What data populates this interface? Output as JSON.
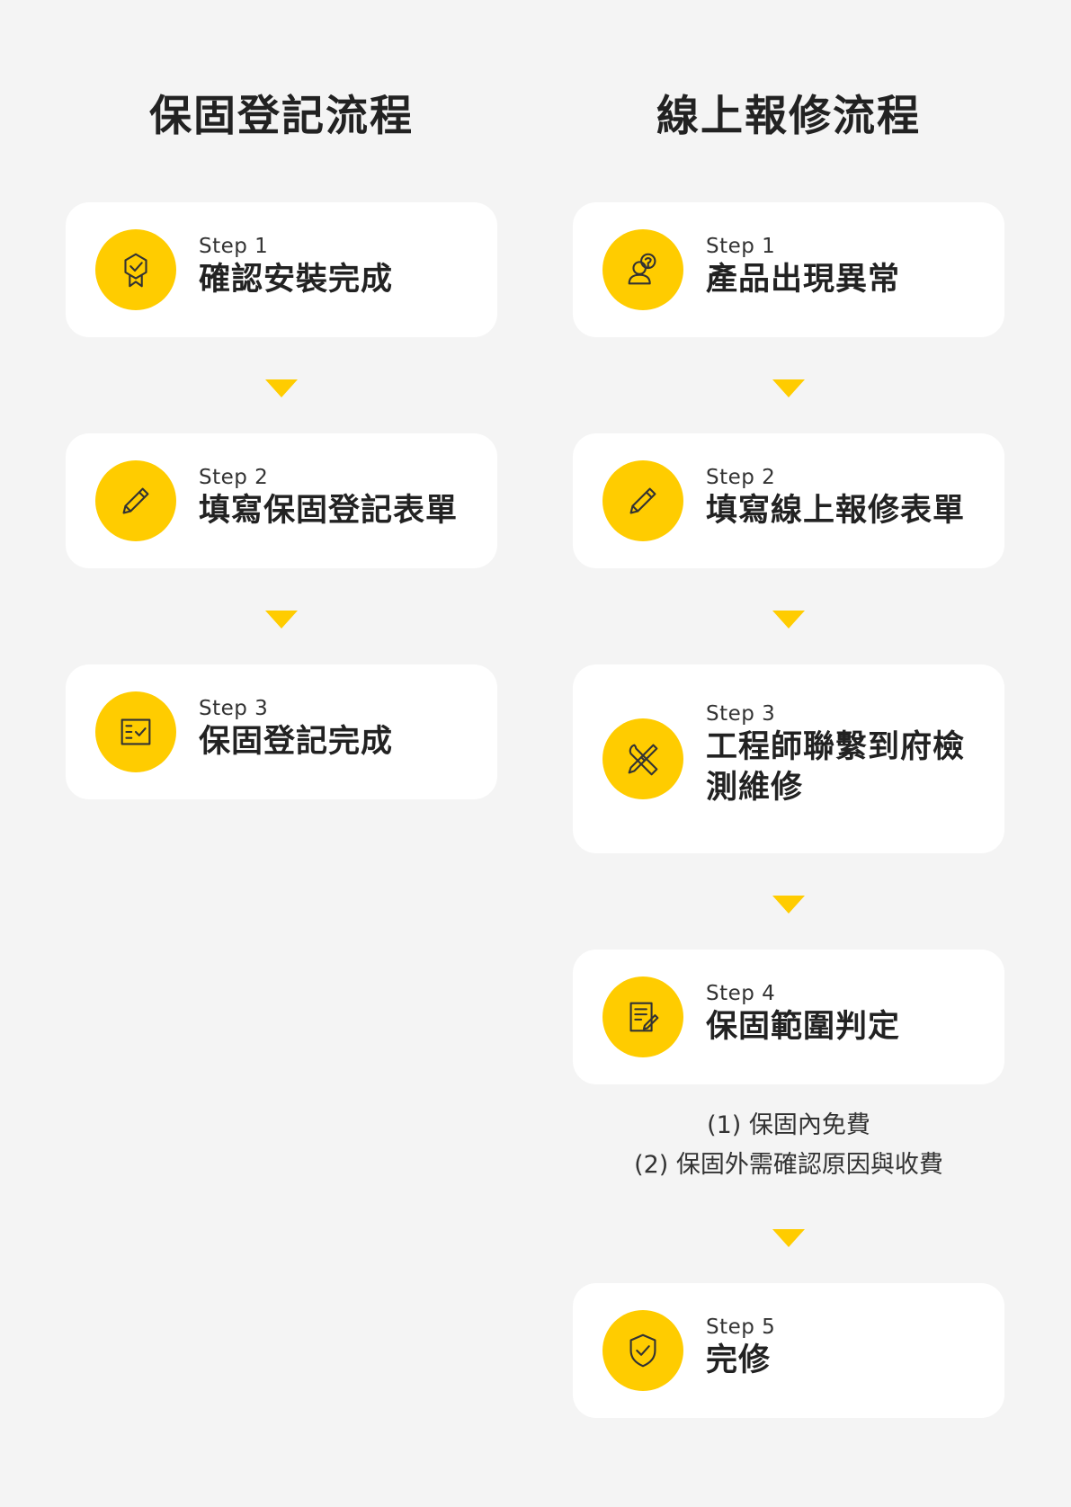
{
  "warranty": {
    "title": "保固登記流程",
    "steps": [
      {
        "label": "Step 1",
        "title": "確認安裝完成",
        "icon": "award-badge-icon"
      },
      {
        "label": "Step 2",
        "title": "填寫保固登記表單",
        "icon": "pencil-icon"
      },
      {
        "label": "Step 3",
        "title": "保固登記完成",
        "icon": "checklist-icon"
      }
    ]
  },
  "repair": {
    "title": "線上報修流程",
    "steps": [
      {
        "label": "Step 1",
        "title": "產品出現異常",
        "icon": "person-question-icon"
      },
      {
        "label": "Step 2",
        "title": "填寫線上報修表單",
        "icon": "pencil-icon"
      },
      {
        "label": "Step 3",
        "title_line1": "工程師聯繫到府檢",
        "title_line2": "測維修",
        "icon": "wrench-screwdriver-icon"
      },
      {
        "label": "Step 4",
        "title": "保固範圍判定",
        "icon": "document-edit-icon"
      },
      {
        "label": "Step 5",
        "title": "完修",
        "icon": "shield-check-icon"
      }
    ],
    "notes": [
      "(1) 保固內免費",
      "(2) 保固外需確認原因與收費"
    ]
  },
  "colors": {
    "accent": "#ffcc00",
    "background": "#f4f4f4",
    "card": "#ffffff",
    "text": "#222222"
  }
}
